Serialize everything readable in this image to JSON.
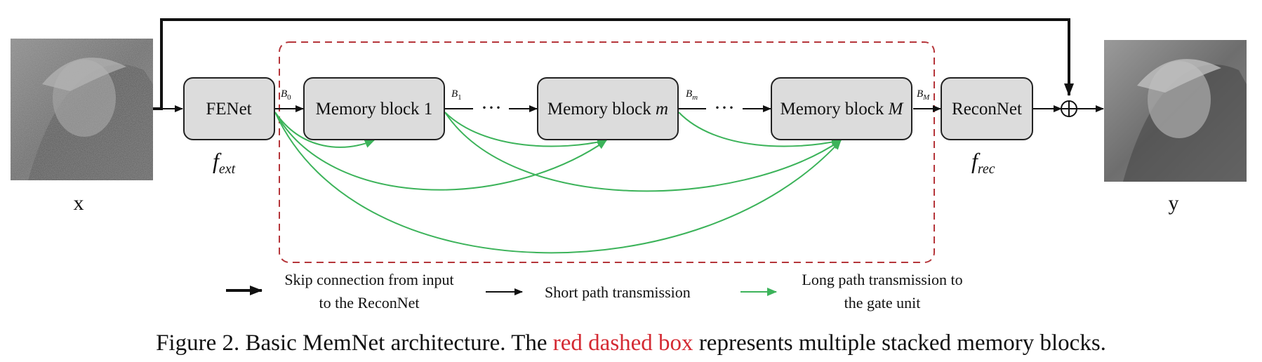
{
  "images": {
    "input_label": "x",
    "output_label": "y"
  },
  "nodes": {
    "fenet": "FENet",
    "memory_block_1": "Memory block 1",
    "memory_block_m_prefix": "Memory block ",
    "memory_block_m_var": "m",
    "memory_block_M_prefix": "Memory block ",
    "memory_block_M_var": "M",
    "reconnet": "ReconNet"
  },
  "functions": {
    "fext_main": "f",
    "fext_sub": "ext",
    "frec_main": "f",
    "frec_sub": "rec"
  },
  "edge_labels": {
    "b0_main": "B",
    "b0_sub": "0",
    "b1_main": "B",
    "b1_sub": "1",
    "bm_main": "B",
    "bm_sub": "m",
    "bM_main": "B",
    "bM_sub": "M"
  },
  "ellipsis": "···",
  "legend": {
    "skip_line1": "Skip connection from input",
    "skip_line2": "to the ReconNet",
    "short": "Short path transmission",
    "long_line1": "Long path transmission to",
    "long_line2": "the gate unit"
  },
  "caption": {
    "prefix": "Figure 2. Basic MemNet architecture. The ",
    "highlight": "red dashed box",
    "suffix": " represents multiple stacked memory blocks."
  },
  "colors": {
    "green": "#3cb35a",
    "red_dash": "#b5353a",
    "caption_red": "#d42a33",
    "box_fill": "#dcdcdc"
  }
}
